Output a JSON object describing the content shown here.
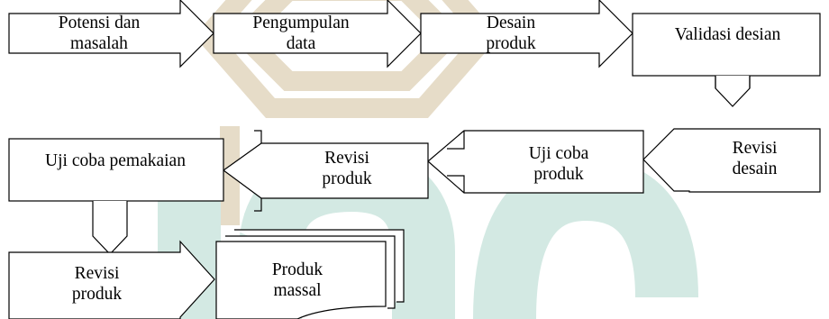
{
  "watermark": {
    "colors": [
      "#e6dcc8",
      "#d3e9e3"
    ]
  },
  "steps": [
    {
      "id": "potensi",
      "lines": [
        "Potensi dan",
        "masalah"
      ]
    },
    {
      "id": "pengumpulan",
      "lines": [
        "Pengumpulan",
        "data"
      ]
    },
    {
      "id": "desain",
      "lines": [
        "Desain",
        "produk"
      ]
    },
    {
      "id": "validasi",
      "lines": [
        "Validasi desian"
      ]
    },
    {
      "id": "revisi-desain",
      "lines": [
        "Revisi",
        "desain"
      ]
    },
    {
      "id": "uji-produk",
      "lines": [
        "Uji coba",
        "produk"
      ]
    },
    {
      "id": "revisi-produk-1",
      "lines": [
        "Revisi",
        "produk"
      ]
    },
    {
      "id": "uji-pemakaian",
      "lines": [
        "Uji coba pemakaian"
      ]
    },
    {
      "id": "revisi-produk-2",
      "lines": [
        "Revisi",
        "produk"
      ]
    },
    {
      "id": "produk-massal",
      "lines": [
        "Produk",
        "massal"
      ]
    }
  ]
}
